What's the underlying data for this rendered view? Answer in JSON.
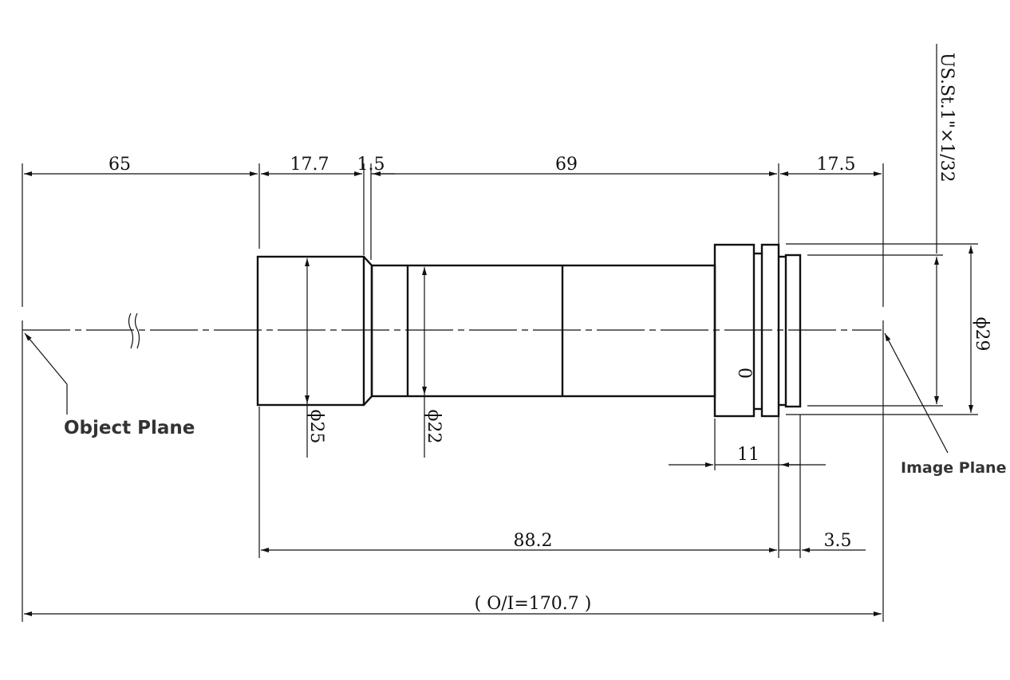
{
  "dimensions": {
    "object_distance": "65",
    "front_length": "17.7",
    "step_length": "1.5",
    "barrel_length": "69",
    "rear_length": "17.5",
    "mount_length": "11",
    "lens_length": "88.2",
    "flange_gap": "3.5",
    "total_oi": "( O/I=170.7 )",
    "dia_front": "ϕ25",
    "dia_barrel": "ϕ22",
    "dia_mount": "ϕ29",
    "thread_spec": "US.St.1\"×1/32"
  },
  "labels": {
    "object_plane": "Object Plane",
    "image_plane": "Image Plane",
    "ring_mark": "0"
  },
  "colors": {
    "line": "#111111",
    "label": "#333333"
  }
}
